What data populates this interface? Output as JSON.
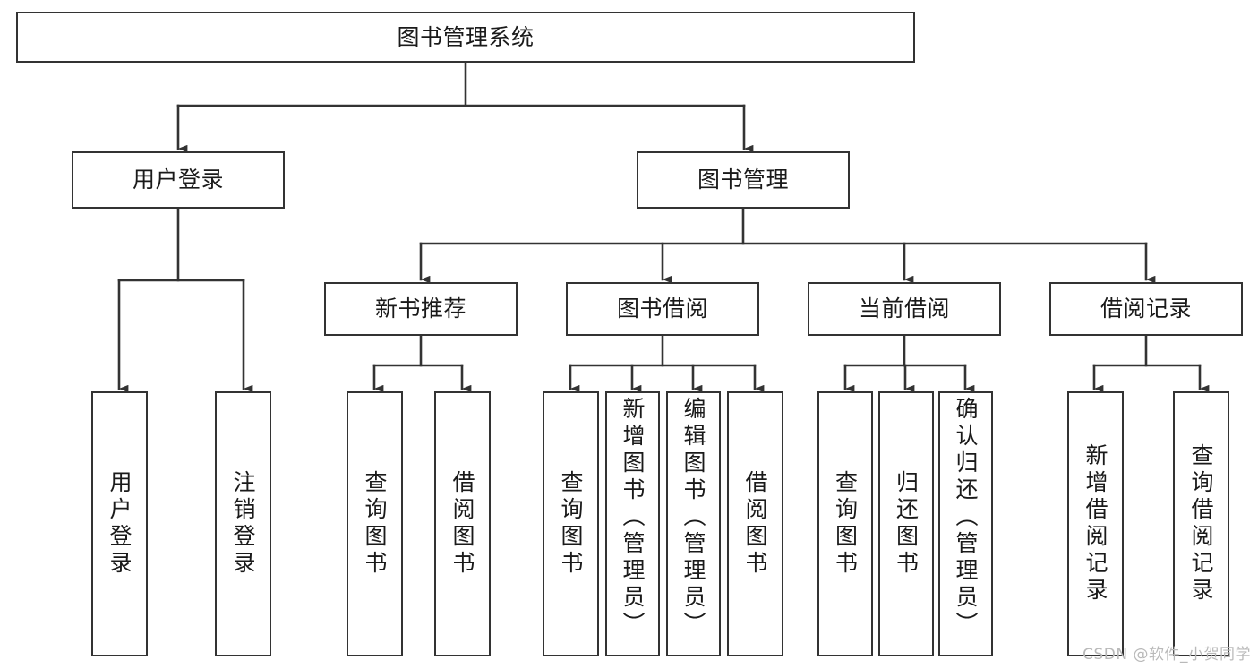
{
  "diagram": {
    "title": "图书管理系统",
    "watermark": "CSDN @软件_小贺同学",
    "colors": {
      "stroke": "#333333",
      "background": "#ffffff",
      "text": "#1a1a1a",
      "watermark": "#b9b9b9"
    },
    "root": {
      "label": "图书管理系统"
    },
    "level2": [
      {
        "label": "用户登录"
      },
      {
        "label": "图书管理"
      }
    ],
    "level3": [
      {
        "label": "新书推荐"
      },
      {
        "label": "图书借阅"
      },
      {
        "label": "当前借阅"
      },
      {
        "label": "借阅记录"
      }
    ],
    "leaves": {
      "user_login": [
        {
          "label": "用户登录"
        },
        {
          "label": "注销登录"
        }
      ],
      "new_book_recommend": [
        {
          "label": "查询图书"
        },
        {
          "label": "借阅图书"
        }
      ],
      "book_borrow": [
        {
          "label": "查询图书"
        },
        {
          "label": "新增图书（管理员）"
        },
        {
          "label": "编辑图书（管理员）"
        },
        {
          "label": "借阅图书"
        }
      ],
      "current_borrow": [
        {
          "label": "查询图书"
        },
        {
          "label": "归还图书"
        },
        {
          "label": "确认归还（管理员）"
        }
      ],
      "borrow_record": [
        {
          "label": "新增借阅记录"
        },
        {
          "label": "查询借阅记录"
        }
      ]
    }
  }
}
